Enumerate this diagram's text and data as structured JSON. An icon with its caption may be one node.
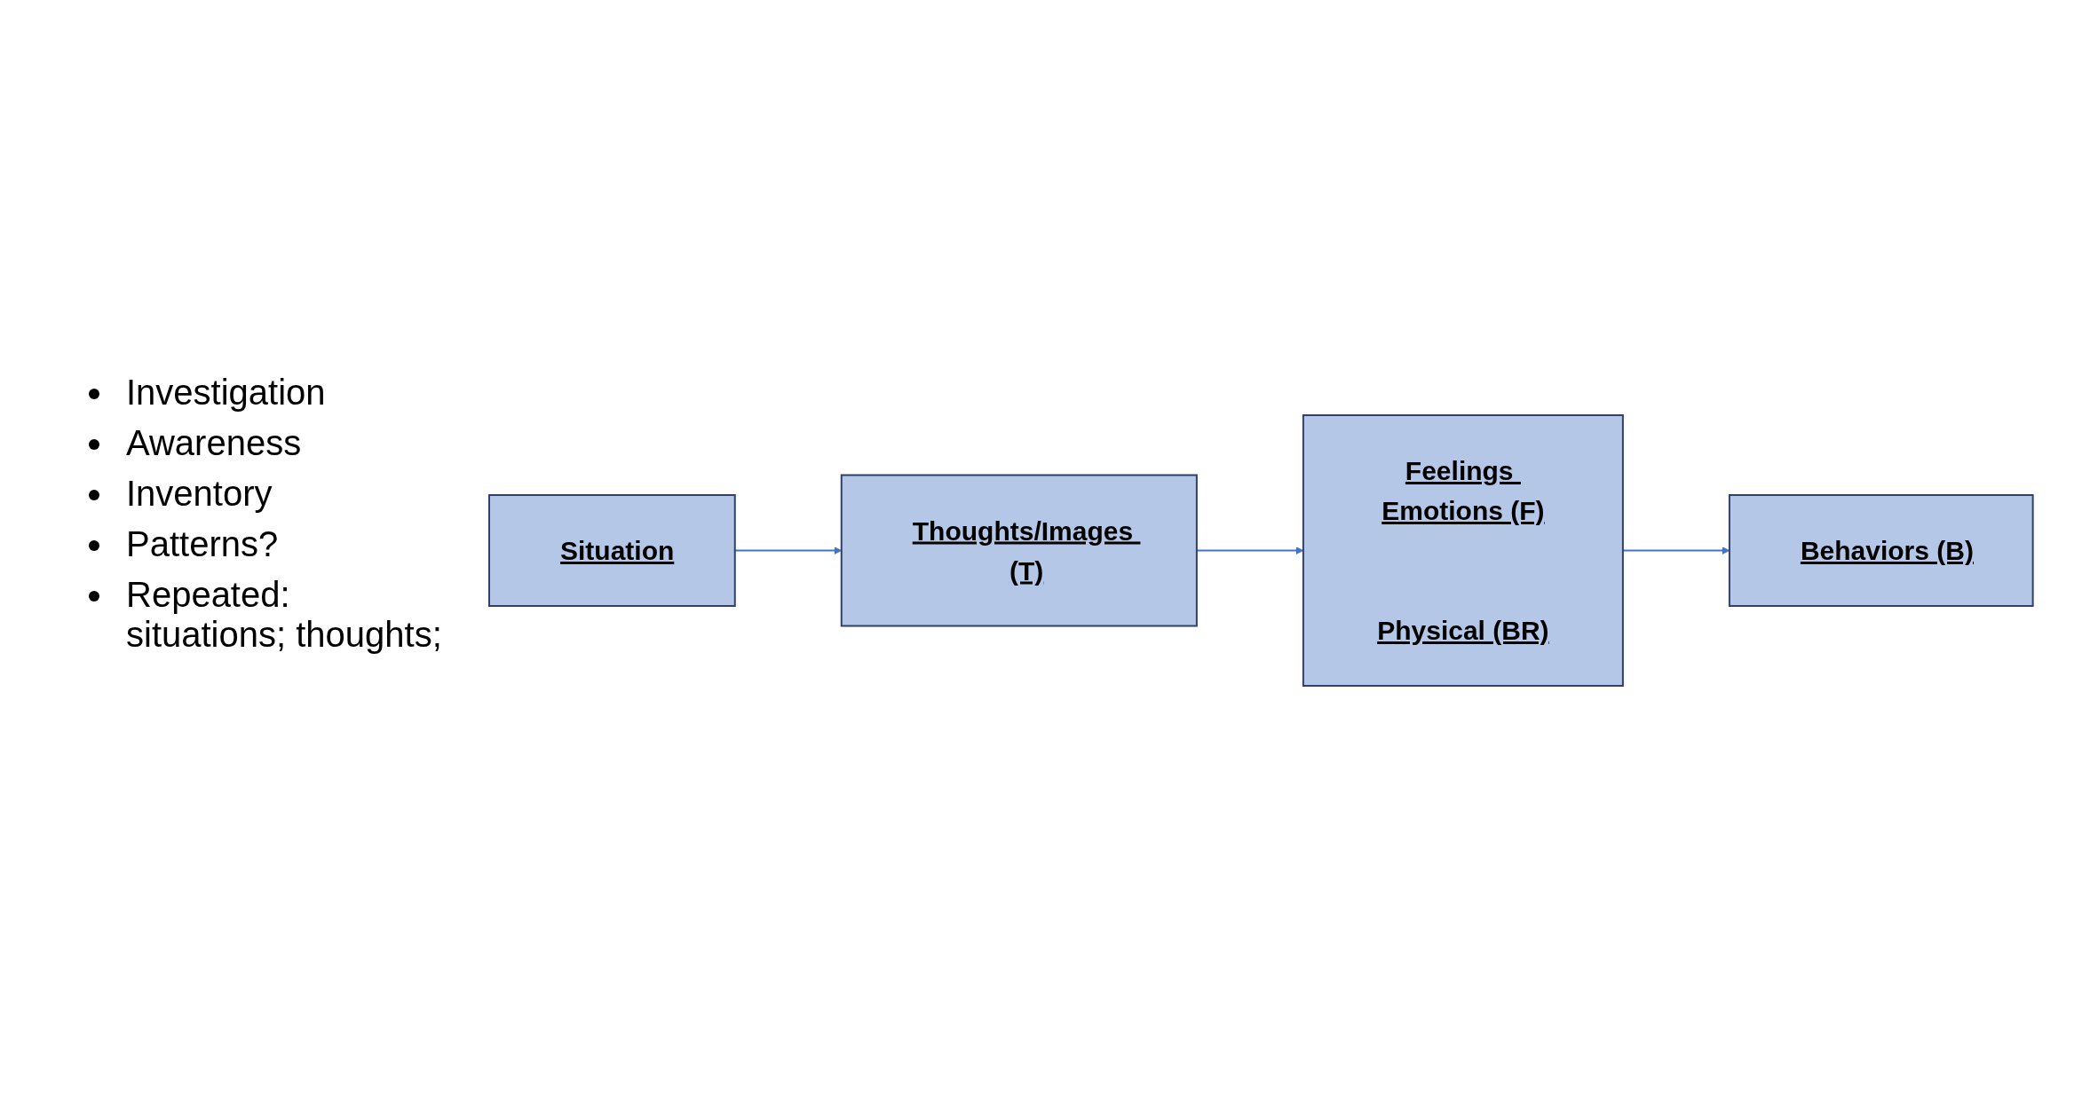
{
  "diagram": {
    "nodes": [
      {
        "text": [
          "Situation"
        ]
      },
      {
        "text": [
          "Thoughts/Images (T)"
        ]
      },
      {
        "text": [
          "Feelings Emotions (F)",
          "Physical (BR)"
        ]
      },
      {
        "text": [
          "Behaviors (B)"
        ]
      }
    ],
    "edges": [
      {
        "from": 0,
        "to": 1,
        "arrow": "to"
      },
      {
        "from": 1,
        "to": 2,
        "arrow": "to"
      },
      {
        "from": 2,
        "to": 3,
        "arrow": "to"
      }
    ],
    "labels": [
      "Investigation",
      "Awareness",
      "Inventory",
      "Patterns?",
      "Repeated: situations; thoughts;"
    ]
  }
}
